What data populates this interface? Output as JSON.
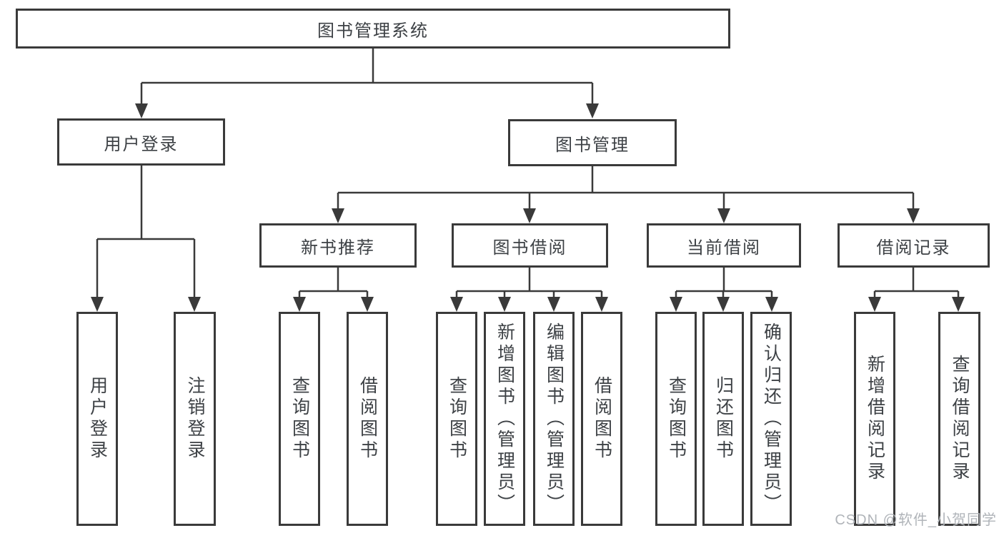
{
  "tree": {
    "root": {
      "label": "图书管理系统"
    },
    "children": [
      {
        "label": "用户登录",
        "children": [
          {
            "label": "用户登录"
          },
          {
            "label": "注销登录"
          }
        ]
      },
      {
        "label": "图书管理",
        "children": [
          {
            "label": "新书推荐",
            "children": [
              {
                "label": "查询图书"
              },
              {
                "label": "借阅图书"
              }
            ]
          },
          {
            "label": "图书借阅",
            "children": [
              {
                "label": "查询图书"
              },
              {
                "label": "新增图书（管理员）"
              },
              {
                "label": "编辑图书（管理员）"
              },
              {
                "label": "借阅图书"
              }
            ]
          },
          {
            "label": "当前借阅",
            "children": [
              {
                "label": "查询图书"
              },
              {
                "label": "归还图书"
              },
              {
                "label": "确认归还（管理员）"
              }
            ]
          },
          {
            "label": "借阅记录",
            "children": [
              {
                "label": "新增借阅记录"
              },
              {
                "label": "查询借阅记录"
              }
            ]
          }
        ]
      }
    ]
  },
  "watermark": "CSDN @软件_小贺同学",
  "colors": {
    "line": "#3a3a3a",
    "text": "#3d4145",
    "watermark": "#b0b4b9",
    "background": "#ffffff"
  }
}
